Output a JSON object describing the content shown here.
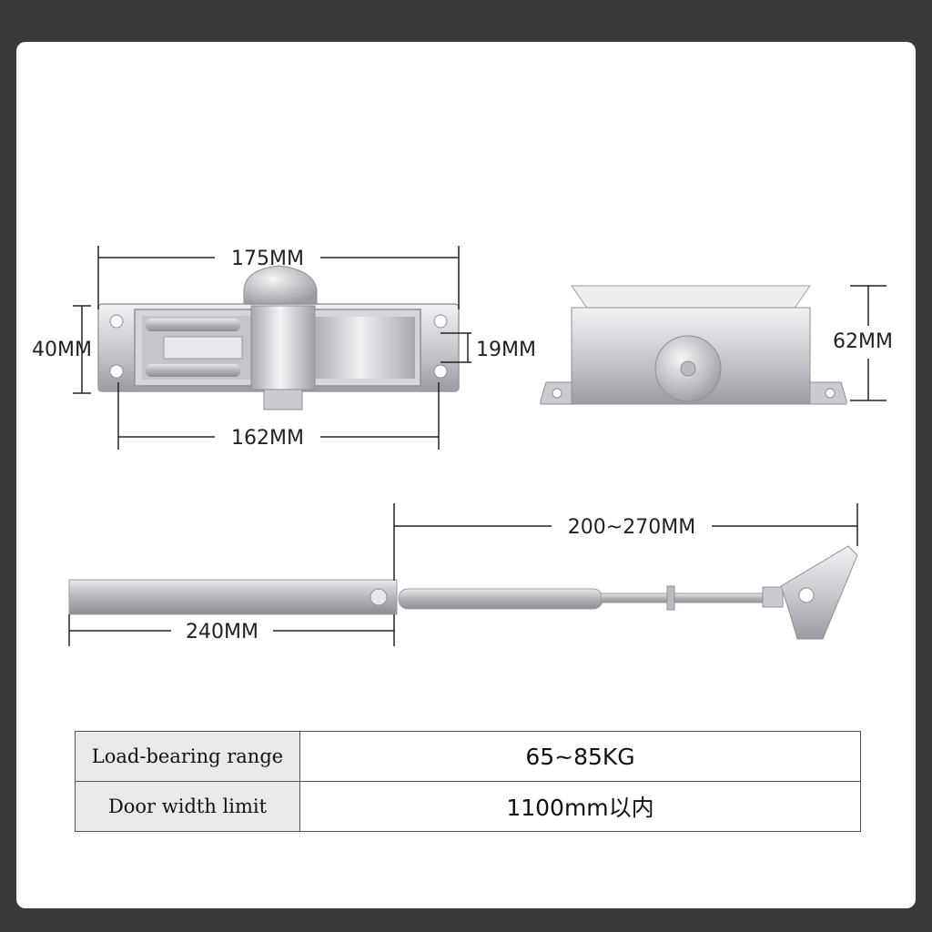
{
  "dimensions": {
    "top_length": "175MM",
    "mount_spacing": "162MM",
    "body_height": "40MM",
    "mount_plate": "19MM",
    "side_height": "62MM",
    "arm_adjust": "200~270MM",
    "arm_length": "240MM"
  },
  "specs": [
    {
      "label": "Load-bearing range",
      "value": "65~85KG"
    },
    {
      "label": "Door width limit",
      "value": "1100mm以内"
    }
  ],
  "colors": {
    "frame": "#3a3a3a",
    "metal_light": "#dcdde0",
    "metal_mid": "#b9bbbf",
    "metal_dark": "#8e9095",
    "line": "#222222"
  }
}
